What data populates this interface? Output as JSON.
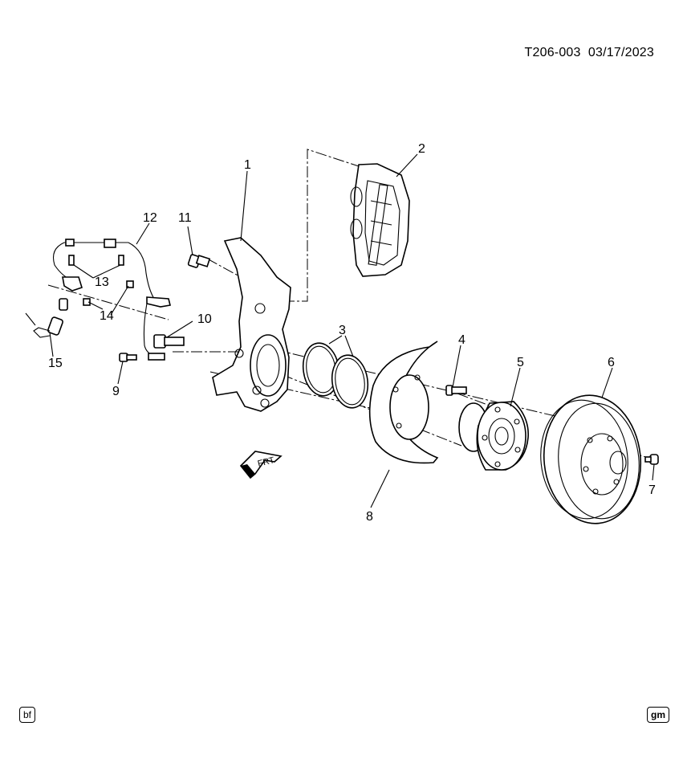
{
  "header": {
    "ref": "T206-003",
    "date": "03/17/2023"
  },
  "callouts": [
    {
      "id": "c1",
      "text": "1"
    },
    {
      "id": "c2",
      "text": "2"
    },
    {
      "id": "c3",
      "text": "3"
    },
    {
      "id": "c4",
      "text": "4"
    },
    {
      "id": "c5",
      "text": "5"
    },
    {
      "id": "c6",
      "text": "6"
    },
    {
      "id": "c7",
      "text": "7"
    },
    {
      "id": "c8",
      "text": "8"
    },
    {
      "id": "c9",
      "text": "9"
    },
    {
      "id": "c10",
      "text": "10"
    },
    {
      "id": "c11",
      "text": "11"
    },
    {
      "id": "c12",
      "text": "12"
    },
    {
      "id": "c13",
      "text": "13"
    },
    {
      "id": "c14",
      "text": "14"
    },
    {
      "id": "c15",
      "text": "15"
    }
  ],
  "frt_label": "FRT",
  "badges": {
    "left": "bf",
    "right": "gm"
  }
}
